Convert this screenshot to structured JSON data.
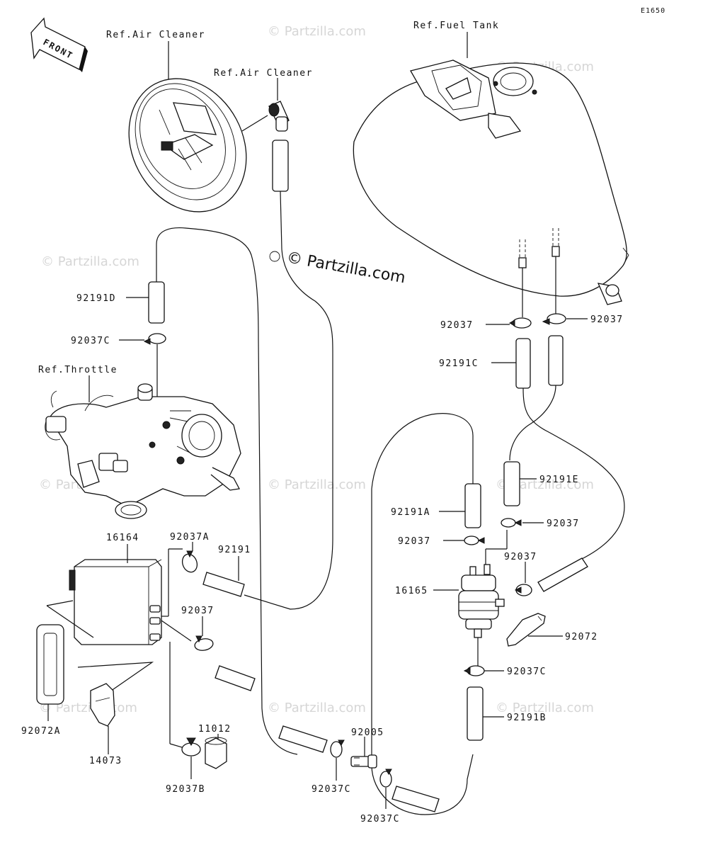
{
  "diagram": {
    "code": "E1650",
    "front_label": "FRONT",
    "watermark_main": "© Partzilla.com",
    "watermark_faint": "© Partzilla.com",
    "labels": {
      "ref_air_cleaner_1": "Ref.Air Cleaner",
      "ref_air_cleaner_2": "Ref.Air Cleaner",
      "ref_fuel_tank": "Ref.Fuel Tank",
      "ref_throttle": "Ref.Throttle",
      "p92191D": "92191D",
      "p92037C_a": "92037C",
      "p92037A": "92037A",
      "p16164": "16164",
      "p92191": "92191",
      "p92037_a": "92037",
      "p92072A": "92072A",
      "p14073": "14073",
      "p11012": "11012",
      "p92037B": "92037B",
      "p92005": "92005",
      "p92037C_b": "92037C",
      "p92037C_c": "92037C",
      "p92037_tl": "92037",
      "p92037_tr": "92037",
      "p92191C": "92191C",
      "p92191E": "92191E",
      "p92191A": "92191A",
      "p92037_b": "92037",
      "p92037_c": "92037",
      "p92037_d": "92037",
      "p16165": "16165",
      "p92072": "92072",
      "p92037C_d": "92037C",
      "p92191B": "92191B"
    }
  }
}
